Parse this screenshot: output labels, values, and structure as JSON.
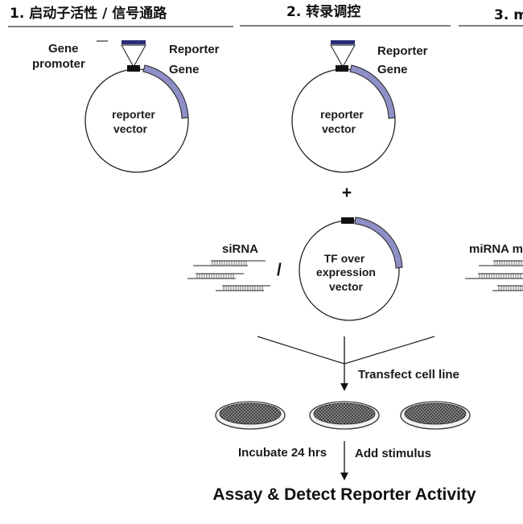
{
  "headers": {
    "step1": "1. 启动子活性 / 信号通路",
    "step2": "2. 转录调控",
    "step3": "3. m"
  },
  "panel1": {
    "promoter_label_line1": "Gene",
    "promoter_label_line2": "promoter",
    "reporter_label_line1": "Reporter",
    "reporter_label_line2": "Gene",
    "vector_line1": "reporter",
    "vector_line2": "vector"
  },
  "panel2": {
    "reporter_label_line1": "Reporter",
    "reporter_label_line2": "Gene",
    "vector_line1": "reporter",
    "vector_line2": "vector",
    "plus": "+",
    "sirna_label": "siRNA",
    "slash": "/",
    "tf_line1": "TF over",
    "tf_line2": "expression",
    "tf_line3": "vector",
    "mirna_label": "miRNA m"
  },
  "workflow": {
    "transfect": "Transfect cell line",
    "incubate": "Incubate 24 hrs",
    "stimulus": "Add stimulus",
    "assay": "Assay & Detect Reporter Activity"
  },
  "colors": {
    "gene_fill": "#8d8fc6",
    "promoter_bar": "#2b2f7a",
    "marker": "#111111"
  }
}
